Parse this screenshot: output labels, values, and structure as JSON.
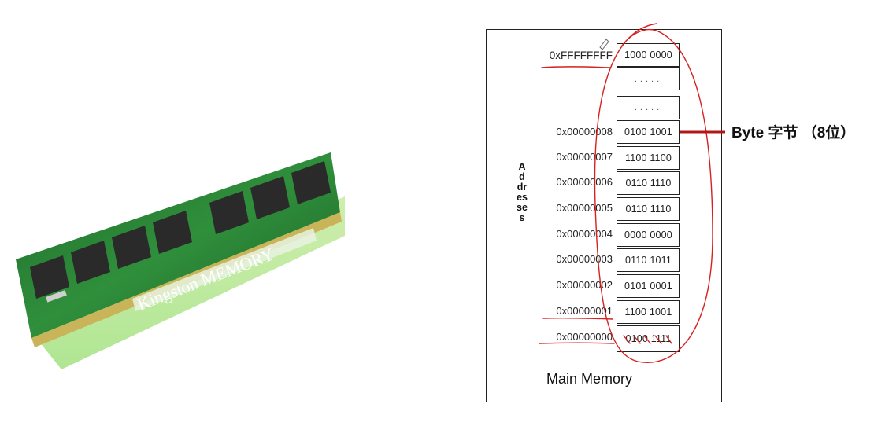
{
  "memory_diagram": {
    "top_address": "0xFFFFFFFF",
    "top_cell": "1000  0000",
    "ellipsis": ".....",
    "rows": [
      {
        "address": "0x00000008",
        "value": "0100 1001"
      },
      {
        "address": "0x00000007",
        "value": "1100 1100"
      },
      {
        "address": "0x00000006",
        "value": "0110 1110"
      },
      {
        "address": "0x00000005",
        "value": "0110 1110"
      },
      {
        "address": "0x00000004",
        "value": "0000 0000"
      },
      {
        "address": "0x00000003",
        "value": "0110 1011"
      },
      {
        "address": "0x00000002",
        "value": "0101 0001"
      },
      {
        "address": "0x00000001",
        "value": "1100 1001"
      },
      {
        "address": "0x00000000",
        "value": "0100 1111"
      }
    ],
    "addresses_label": "Addresses",
    "caption": "Main Memory"
  },
  "byte_annotation": "Byte 字节 （8位）",
  "annotation_color": "#d62020",
  "ram_photo": {
    "brand_text": "Kingston MEMORY"
  }
}
